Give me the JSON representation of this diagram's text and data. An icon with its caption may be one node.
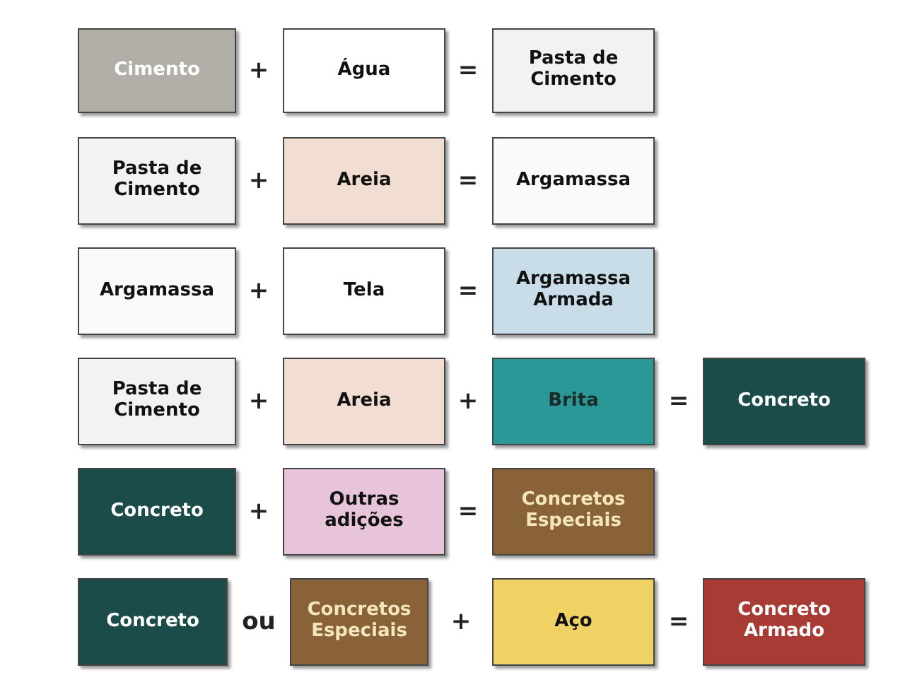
{
  "diagram": {
    "nodes": [
      {
        "text": [
          "Cimento"
        ]
      },
      {
        "text": [
          "Água"
        ]
      },
      {
        "text": [
          "Pasta de Cimento"
        ]
      },
      {
        "text": [
          "Pasta de Cimento"
        ]
      },
      {
        "text": [
          "Areia"
        ]
      },
      {
        "text": [
          "Argamassa"
        ]
      },
      {
        "text": [
          "Argamassa"
        ]
      },
      {
        "text": [
          "Tela"
        ]
      },
      {
        "text": [
          "Argamassa Armada"
        ]
      },
      {
        "text": [
          "Pasta de Cimento"
        ]
      },
      {
        "text": [
          "Areia"
        ]
      },
      {
        "text": [
          "Brita"
        ]
      },
      {
        "text": [
          "Concreto"
        ]
      },
      {
        "text": [
          "Concreto"
        ]
      },
      {
        "text": [
          "Outras adições"
        ]
      },
      {
        "text": [
          "Concretos Especiais"
        ]
      },
      {
        "text": [
          "Concreto"
        ]
      },
      {
        "text": [
          "Concretos Especiais"
        ]
      },
      {
        "text": [
          "Aço"
        ]
      },
      {
        "text": [
          "Concreto Armado"
        ]
      }
    ],
    "labels": [
      "+",
      "=",
      "+",
      "=",
      "+",
      "=",
      "+",
      "+",
      "=",
      "+",
      "=",
      "ou",
      "+",
      "="
    ]
  }
}
